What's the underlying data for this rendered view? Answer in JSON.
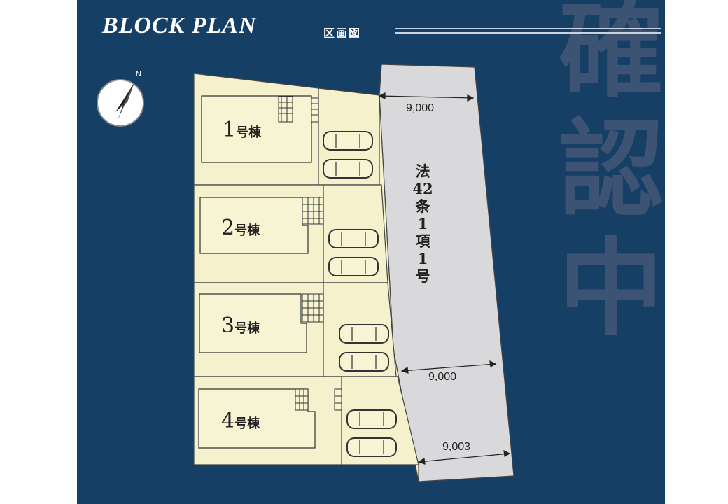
{
  "header": {
    "title": "BLOCK PLAN",
    "subtitle": "区画図"
  },
  "watermark": "確認中",
  "compass": {
    "north_label": "N"
  },
  "lots": [
    {
      "number": "1",
      "suffix": "号棟"
    },
    {
      "number": "2",
      "suffix": "号棟"
    },
    {
      "number": "3",
      "suffix": "号棟"
    },
    {
      "number": "4",
      "suffix": "号棟"
    }
  ],
  "road": {
    "label": "法42条1項1号",
    "widths": [
      "9,000",
      "9,000",
      "9,003"
    ]
  },
  "colors": {
    "background": "#163f66",
    "lot_fill": "#f4f1cc",
    "road_fill": "#d9d9db",
    "outline": "#444444"
  }
}
